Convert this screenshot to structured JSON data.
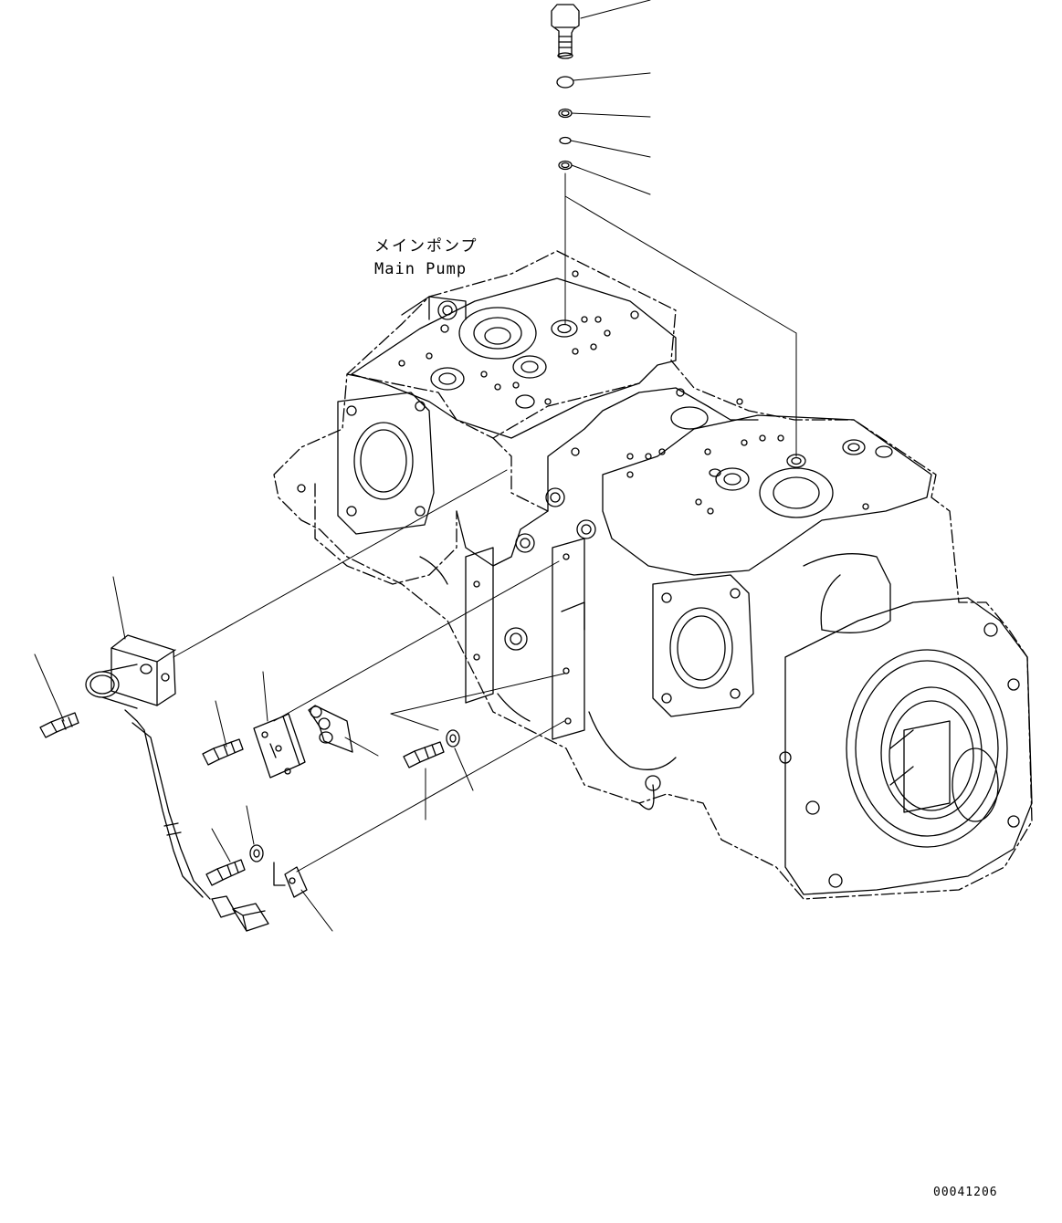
{
  "diagram": {
    "title_jp": "メインポンプ",
    "title_en": "Main Pump",
    "drawing_number": "00041206"
  }
}
